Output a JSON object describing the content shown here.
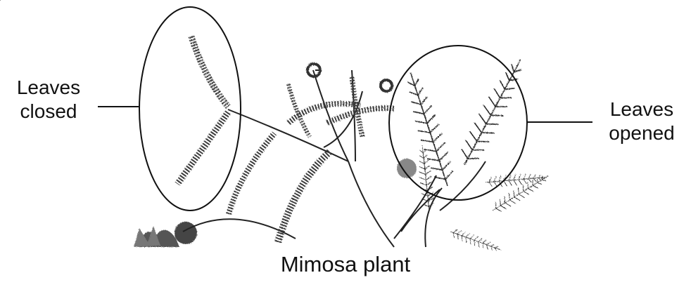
{
  "labels": {
    "left_line1": "Leaves",
    "left_line2": "closed",
    "right_line1": "Leaves",
    "right_line2": "opened"
  },
  "caption": "Mimosa plant",
  "colors": {
    "ink": "#111111",
    "foliage": "#3a3a3a",
    "background": "#ffffff"
  }
}
